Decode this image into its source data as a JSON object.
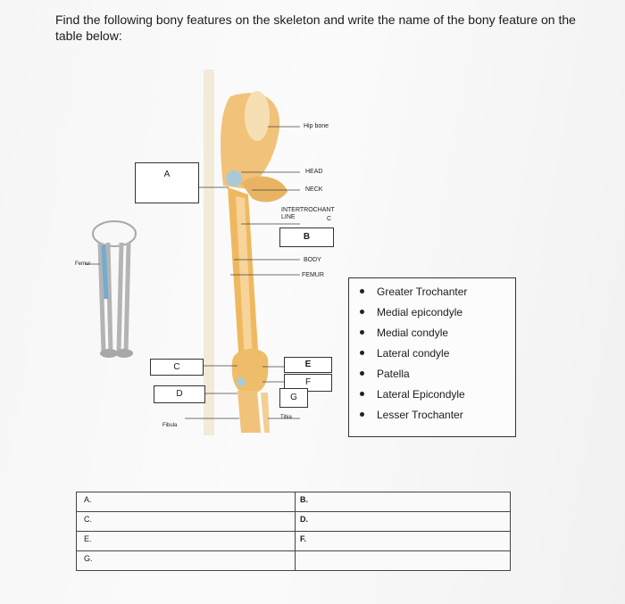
{
  "instructions": "Find the following bony features on the skeleton and write the name of the bony feature on the table below:",
  "diagram": {
    "labels": {
      "hip_bone": "Hip bone",
      "head": "HEAD",
      "neck": "NECK",
      "intertrochanteric_line": "INTERTROCHANT LINE",
      "intertrochanteric_c": "C",
      "body": "BODY",
      "femur": "FEMUR",
      "femur_small": "Femur",
      "fibula": "Fibula",
      "tibia": "Tibia"
    },
    "boxes": {
      "A": "A",
      "B": "B",
      "C": "C",
      "D": "D",
      "E": "E",
      "F": "F",
      "G": "G"
    }
  },
  "legend": {
    "items": [
      "Greater Trochanter",
      "Medial epicondyle",
      "Medial condyle",
      "Lateral condyle",
      "Patella",
      "Lateral Epicondyle",
      "Lesser Trochanter"
    ]
  },
  "answer_table": {
    "rows": [
      {
        "left": "A.",
        "right": "B."
      },
      {
        "left": "C.",
        "right": "D."
      },
      {
        "left": "E.",
        "right": "F."
      },
      {
        "left": "G.",
        "right": ""
      }
    ]
  }
}
